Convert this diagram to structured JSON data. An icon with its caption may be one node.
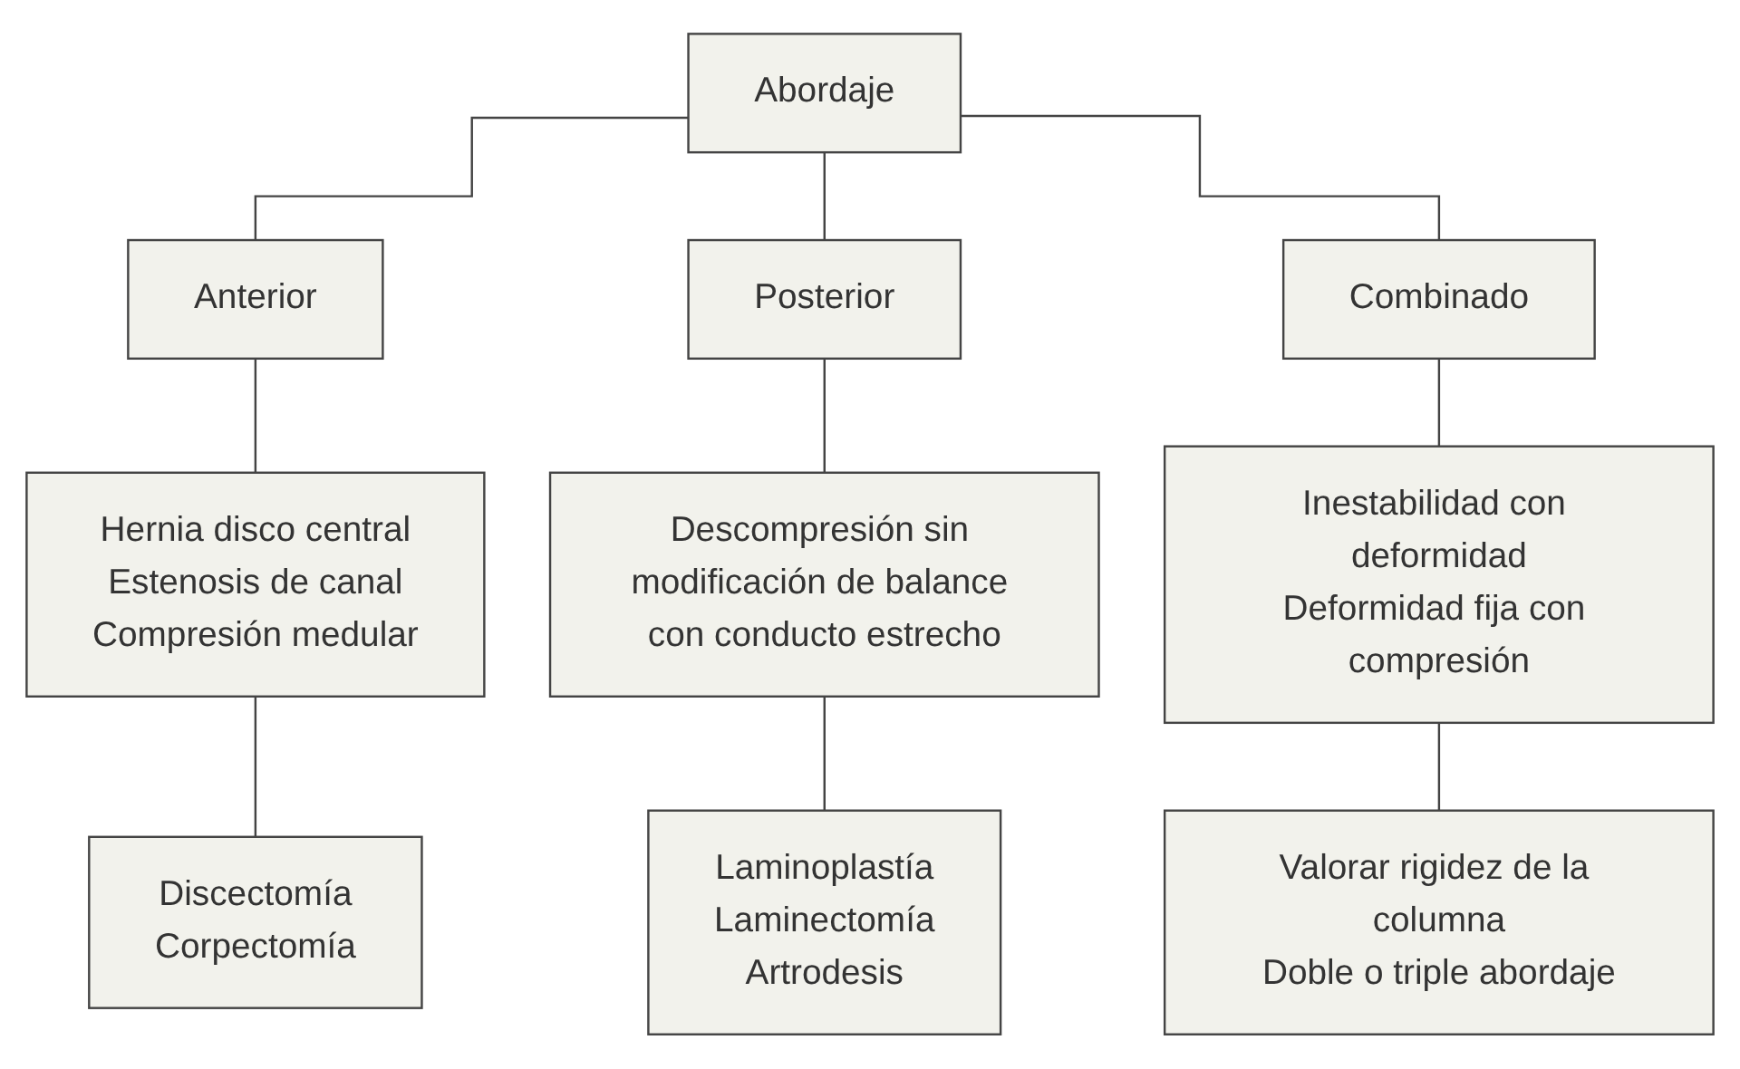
{
  "diagram": {
    "nodes": [
      {
        "text": [
          "Abordaje"
        ]
      },
      {
        "text": [
          "Anterior"
        ]
      },
      {
        "text": [
          "Posterior"
        ]
      },
      {
        "text": [
          "Combinado"
        ]
      },
      {
        "text": [
          "Hernia disco central",
          "Estenosis de canal",
          "Compresión medular"
        ]
      },
      {
        "text": [
          "Descompresión sin modificación de balance con conducto estrecho"
        ]
      },
      {
        "text": [
          "Inestabilidad con deformidad",
          "Deformidad fija con compresión"
        ]
      },
      {
        "text": [
          "Discectomía",
          "Corpectomía"
        ]
      },
      {
        "text": [
          "Laminoplastía",
          "Laminectomía",
          "Artrodesis"
        ]
      },
      {
        "text": [
          "Valorar rigidez de la columna",
          "Doble o triple abordaje"
        ]
      }
    ],
    "edges": [
      {
        "from": 0,
        "to": 1,
        "arrow": "none"
      },
      {
        "from": 0,
        "to": 2,
        "arrow": "none"
      },
      {
        "from": 0,
        "to": 3,
        "arrow": "none"
      },
      {
        "from": 1,
        "to": 4,
        "arrow": "none"
      },
      {
        "from": 2,
        "to": 5,
        "arrow": "none"
      },
      {
        "from": 3,
        "to": 6,
        "arrow": "none"
      },
      {
        "from": 4,
        "to": 7,
        "arrow": "none"
      },
      {
        "from": 5,
        "to": 8,
        "arrow": "none"
      },
      {
        "from": 6,
        "to": 9,
        "arrow": "none"
      }
    ]
  }
}
